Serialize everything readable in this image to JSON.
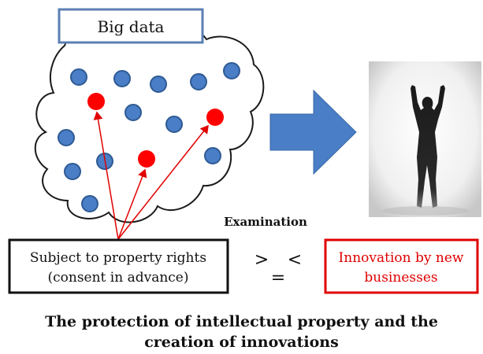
{
  "labels": {
    "big_data": "Big data",
    "examination": "Examination",
    "property_line1": "Subject to property rights",
    "property_line2": "(consent in advance)",
    "innovation_line1": "Innovation by new",
    "innovation_line2": "businesses",
    "greater": ">",
    "less": "<",
    "equal": "="
  },
  "caption": {
    "line1": "The protection of intellectual property and the",
    "line2": "creation of innovations"
  },
  "colors": {
    "blue_dot": "#4a7ec6",
    "blue_outline": "#2e5a94",
    "red_dot": "#ff0000",
    "arrow_blue": "#4a7ec6",
    "innovation_red": "#e00000"
  }
}
